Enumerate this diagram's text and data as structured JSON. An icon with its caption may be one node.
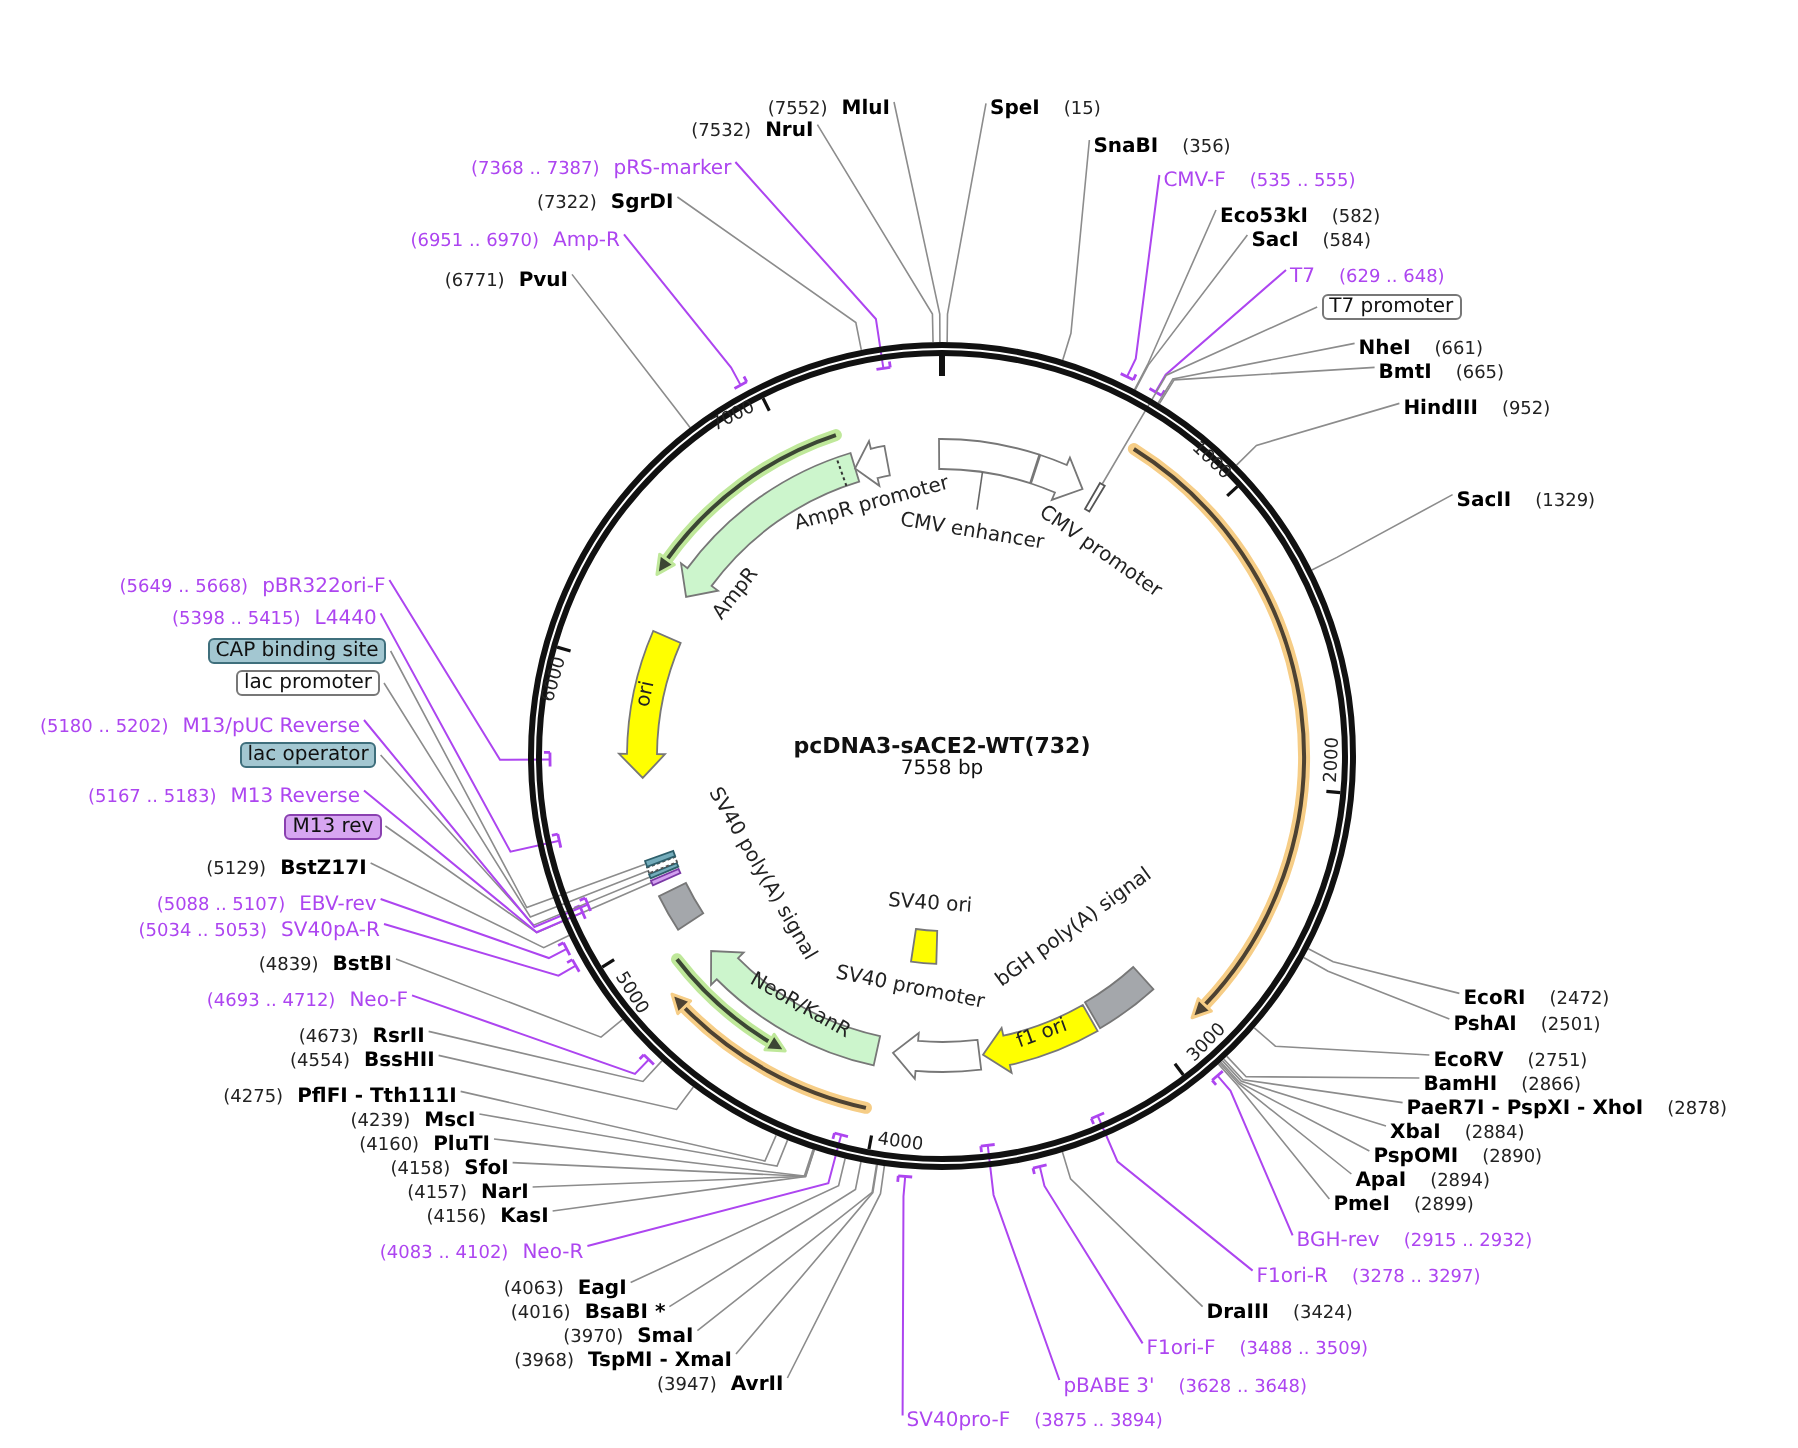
{
  "diagram": {
    "nodes": [
      {
        "text": [
          "pcDNA3-sACE2-WT(732)",
          "7558 bp"
        ]
      },
      {
        "text": [
          "CMV enhancer"
        ],
        "in": 0
      },
      {
        "text": [
          "CMV promoter"
        ],
        "in": 0
      },
      {
        "text": [],
        "shape": "box",
        "in": 0
      },
      {
        "text": [
          "bGH poly(A) signal"
        ],
        "in": 0
      },
      {
        "text": [
          "f1 ori"
        ],
        "in": 0
      },
      {
        "text": [
          "SV40 promoter"
        ],
        "in": 0
      },
      {
        "text": [
          "SV40 ori"
        ],
        "in": 0
      },
      {
        "text": [
          "NeoR/KanR"
        ],
        "in": 0
      },
      {
        "text": [
          "SV40 poly(A) signal"
        ],
        "in": 0
      },
      {
        "text": [],
        "shape": "box",
        "in": 0
      },
      {
        "text": [],
        "shape": "box",
        "in": 0
      },
      {
        "text": [],
        "shape": "box",
        "in": 0
      },
      {
        "text": [],
        "shape": "box",
        "in": 0
      },
      {
        "text": [
          "ori"
        ],
        "in": 0
      },
      {
        "text": [
          "AmpR"
        ],
        "in": 0
      },
      {
        "text": [
          "AmpR promoter"
        ],
        "in": 0
      },
      {
        "text": [
          "SpeI",
          "(15)"
        ]
      },
      {
        "text": [
          "SnaBI",
          "(356)"
        ]
      },
      {
        "text": [
          "CMV-F",
          "(535 .. 555)"
        ]
      },
      {
        "text": [
          "Eco53kI",
          "(582)"
        ]
      },
      {
        "text": [
          "SacI",
          "(584)"
        ]
      },
      {
        "text": [
          "T7",
          "(629 .. 648)"
        ]
      },
      {
        "text": [
          "T7 promoter"
        ]
      },
      {
        "text": [
          "NheI",
          "(661)"
        ]
      },
      {
        "text": [
          "BmtI",
          "(665)"
        ]
      },
      {
        "text": [
          "HindIII",
          "(952)"
        ]
      },
      {
        "text": [
          "SacII",
          "(1329)"
        ]
      },
      {
        "text": [
          "EcoRI",
          "(2472)"
        ]
      },
      {
        "text": [
          "PshAI",
          "(2501)"
        ]
      },
      {
        "text": [
          "EcoRV",
          "(2751)"
        ]
      },
      {
        "text": [
          "BamHI",
          "(2866)"
        ]
      },
      {
        "text": [
          "PaeR7I - PspXI - XhoI",
          "(2878)"
        ]
      },
      {
        "text": [
          "XbaI",
          "(2884)"
        ]
      },
      {
        "text": [
          "PspOMI",
          "(2890)"
        ]
      },
      {
        "text": [
          "ApaI",
          "(2894)"
        ]
      },
      {
        "text": [
          "PmeI",
          "(2899)"
        ]
      },
      {
        "text": [
          "BGH-rev",
          "(2915 .. 2932)"
        ]
      },
      {
        "text": [
          "F1ori-R",
          "(3278 .. 3297)"
        ]
      },
      {
        "text": [
          "DraIII",
          "(3424)"
        ]
      },
      {
        "text": [
          "F1ori-F",
          "(3488 .. 3509)"
        ]
      },
      {
        "text": [
          "pBABE 3'",
          "(3628 .. 3648)"
        ]
      },
      {
        "text": [
          "SV40pro-F",
          "(3875 .. 3894)"
        ]
      },
      {
        "text": [
          "(3947)",
          "AvrII"
        ]
      },
      {
        "text": [
          "(3968)",
          "TspMI - XmaI"
        ]
      },
      {
        "text": [
          "(3970)",
          "SmaI"
        ]
      },
      {
        "text": [
          "(4016)",
          "BsaBI *"
        ]
      },
      {
        "text": [
          "(4063)",
          "EagI"
        ]
      },
      {
        "text": [
          "(4083 .. 4102)",
          "Neo-R"
        ]
      },
      {
        "text": [
          "(4156)",
          "KasI"
        ]
      },
      {
        "text": [
          "(4157)",
          "NarI"
        ]
      },
      {
        "text": [
          "(4158)",
          "SfoI"
        ]
      },
      {
        "text": [
          "(4160)",
          "PluTI"
        ]
      },
      {
        "text": [
          "(4239)",
          "MscI"
        ]
      },
      {
        "text": [
          "(4275)",
          "PflFI - Tth111I"
        ]
      },
      {
        "text": [
          "(4554)",
          "BssHII"
        ]
      },
      {
        "text": [
          "(4673)",
          "RsrII"
        ]
      },
      {
        "text": [
          "(4693 .. 4712)",
          "Neo-F"
        ]
      },
      {
        "text": [
          "(4839)",
          "BstBI"
        ]
      },
      {
        "text": [
          "(5034 .. 5053)",
          "SV40pA-R"
        ]
      },
      {
        "text": [
          "(5088 .. 5107)",
          "EBV-rev"
        ]
      },
      {
        "text": [
          "(5129)",
          "BstZ17I"
        ]
      },
      {
        "text": [
          "M13 rev"
        ]
      },
      {
        "text": [
          "(5167 .. 5183)",
          "M13 Reverse"
        ]
      },
      {
        "text": [
          "lac operator"
        ]
      },
      {
        "text": [
          "(5180 .. 5202)",
          "M13/pUC Reverse"
        ]
      },
      {
        "text": [
          "lac promoter"
        ]
      },
      {
        "text": [
          "CAP binding site"
        ]
      },
      {
        "text": [
          "(5398 .. 5415)",
          "L4440"
        ]
      },
      {
        "text": [
          "(5649 .. 5668)",
          "pBR322ori-F"
        ]
      },
      {
        "text": [
          "(6771)",
          "PvuI"
        ]
      },
      {
        "text": [
          "(6951 .. 6970)",
          "Amp-R"
        ]
      },
      {
        "text": [
          "(7322)",
          "SgrDI"
        ]
      },
      {
        "text": [
          "(7368 .. 7387)",
          "pRS-marker"
        ]
      },
      {
        "text": [
          "(7532)",
          "NruI"
        ]
      },
      {
        "text": [
          "(7552)",
          "MluI"
        ]
      }
    ],
    "edges": [
      {
        "from": 17,
        "to": 0,
        "arrow": "none"
      },
      {
        "from": 18,
        "to": 0,
        "arrow": "none"
      },
      {
        "from": 19,
        "to": 0,
        "arrow": "other",
        "color": "#ad45f0"
      },
      {
        "from": 20,
        "to": 0,
        "arrow": "none"
      },
      {
        "from": 21,
        "to": 0,
        "arrow": "none"
      },
      {
        "from": 22,
        "to": 0,
        "arrow": "other",
        "color": "#ad45f0"
      },
      {
        "from": 23,
        "to": 3,
        "arrow": "none"
      },
      {
        "from": 24,
        "to": 0,
        "arrow": "none"
      },
      {
        "from": 25,
        "to": 0,
        "arrow": "none"
      },
      {
        "from": 26,
        "to": 0,
        "arrow": "none"
      },
      {
        "from": 27,
        "to": 0,
        "arrow": "none"
      },
      {
        "from": 28,
        "to": 0,
        "arrow": "none"
      },
      {
        "from": 29,
        "to": 0,
        "arrow": "none"
      },
      {
        "from": 30,
        "to": 0,
        "arrow": "none"
      },
      {
        "from": 31,
        "to": 0,
        "arrow": "none"
      },
      {
        "from": 32,
        "to": 0,
        "arrow": "none"
      },
      {
        "from": 33,
        "to": 0,
        "arrow": "none"
      },
      {
        "from": 34,
        "to": 0,
        "arrow": "none"
      },
      {
        "from": 35,
        "to": 0,
        "arrow": "none"
      },
      {
        "from": 36,
        "to": 0,
        "arrow": "none"
      },
      {
        "from": 37,
        "to": 0,
        "arrow": "other",
        "color": "#ad45f0"
      },
      {
        "from": 38,
        "to": 0,
        "arrow": "other",
        "color": "#ad45f0"
      },
      {
        "from": 39,
        "to": 0,
        "arrow": "none"
      },
      {
        "from": 40,
        "to": 0,
        "arrow": "other",
        "color": "#ad45f0"
      },
      {
        "from": 41,
        "to": 0,
        "arrow": "other",
        "color": "#ad45f0"
      },
      {
        "from": 42,
        "to": 0,
        "arrow": "other",
        "color": "#ad45f0"
      },
      {
        "from": 43,
        "to": 0,
        "arrow": "none"
      },
      {
        "from": 44,
        "to": 0,
        "arrow": "none"
      },
      {
        "from": 45,
        "to": 0,
        "arrow": "none"
      },
      {
        "from": 46,
        "to": 0,
        "arrow": "none"
      },
      {
        "from": 47,
        "to": 0,
        "arrow": "none"
      },
      {
        "from": 48,
        "to": 0,
        "arrow": "other",
        "color": "#ad45f0"
      },
      {
        "from": 49,
        "to": 0,
        "arrow": "none"
      },
      {
        "from": 50,
        "to": 0,
        "arrow": "none"
      },
      {
        "from": 51,
        "to": 0,
        "arrow": "none"
      },
      {
        "from": 52,
        "to": 0,
        "arrow": "none"
      },
      {
        "from": 53,
        "to": 0,
        "arrow": "none"
      },
      {
        "from": 54,
        "to": 0,
        "arrow": "none"
      },
      {
        "from": 55,
        "to": 0,
        "arrow": "none"
      },
      {
        "from": 56,
        "to": 0,
        "arrow": "none"
      },
      {
        "from": 57,
        "to": 0,
        "arrow": "other",
        "color": "#ad45f0"
      },
      {
        "from": 58,
        "to": 0,
        "arrow": "none"
      },
      {
        "from": 59,
        "to": 0,
        "arrow": "other",
        "color": "#ad45f0"
      },
      {
        "from": 60,
        "to": 0,
        "arrow": "other",
        "color": "#ad45f0"
      },
      {
        "from": 61,
        "to": 0,
        "arrow": "none"
      },
      {
        "from": 62,
        "to": 10,
        "arrow": "none"
      },
      {
        "from": 63,
        "to": 0,
        "arrow": "other",
        "color": "#ad45f0"
      },
      {
        "from": 64,
        "to": 11,
        "arrow": "none"
      },
      {
        "from": 65,
        "to": 0,
        "arrow": "other",
        "color": "#ad45f0"
      },
      {
        "from": 66,
        "to": 12,
        "arrow": "none"
      },
      {
        "from": 67,
        "to": 13,
        "arrow": "none"
      },
      {
        "from": 68,
        "to": 0,
        "arrow": "other",
        "color": "#ad45f0"
      },
      {
        "from": 69,
        "to": 0,
        "arrow": "other",
        "color": "#ad45f0"
      },
      {
        "from": 70,
        "to": 0,
        "arrow": "none"
      },
      {
        "from": 71,
        "to": 0,
        "arrow": "other",
        "color": "#ad45f0"
      },
      {
        "from": 72,
        "to": 0,
        "arrow": "none"
      },
      {
        "from": 73,
        "to": 0,
        "arrow": "other",
        "color": "#ad45f0"
      },
      {
        "from": 74,
        "to": 0,
        "arrow": "none"
      },
      {
        "from": 75,
        "to": 0,
        "arrow": "none"
      }
    ],
    "labels": [
      "1000",
      "2000",
      "3000",
      "4000",
      "5000",
      "6000",
      "7000"
    ]
  }
}
